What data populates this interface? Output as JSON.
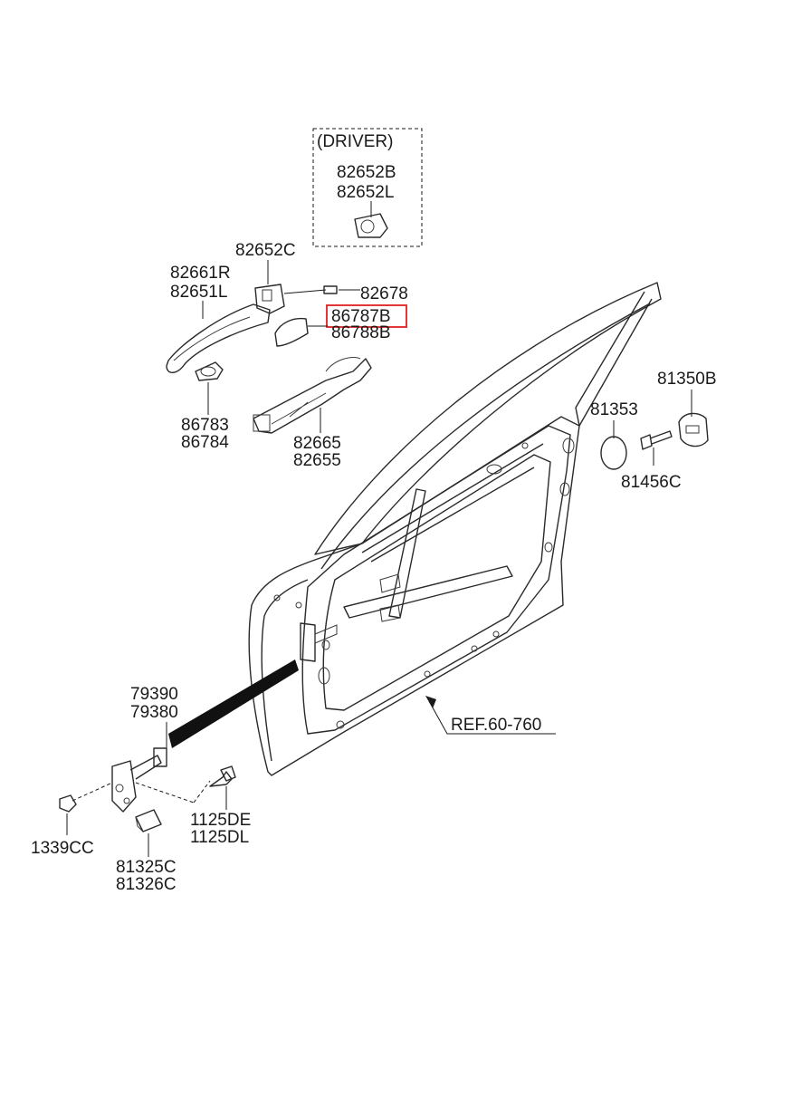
{
  "diagram": {
    "group_label": "(DRIVER)",
    "labels": {
      "driver_b": "82652B",
      "driver_l": "82652L",
      "p82652c": "82652C",
      "p82661r": "82661R",
      "p82651l": "82651L",
      "p82678": "82678",
      "p86787b": "86787B",
      "p86788b": "86788B",
      "p86783": "86783",
      "p86784": "86784",
      "p82665": "82665",
      "p82655": "82655",
      "p81350b": "81350B",
      "p81353": "81353",
      "p81456c": "81456C",
      "p79390": "79390",
      "p79380": "79380",
      "ref": "REF.60-760",
      "p1125de": "1125DE",
      "p1125dl": "1125DL",
      "p1339cc": "1339CC",
      "p81325c": "81325C",
      "p81326c": "81326C"
    },
    "highlight_color": "#e02020"
  }
}
